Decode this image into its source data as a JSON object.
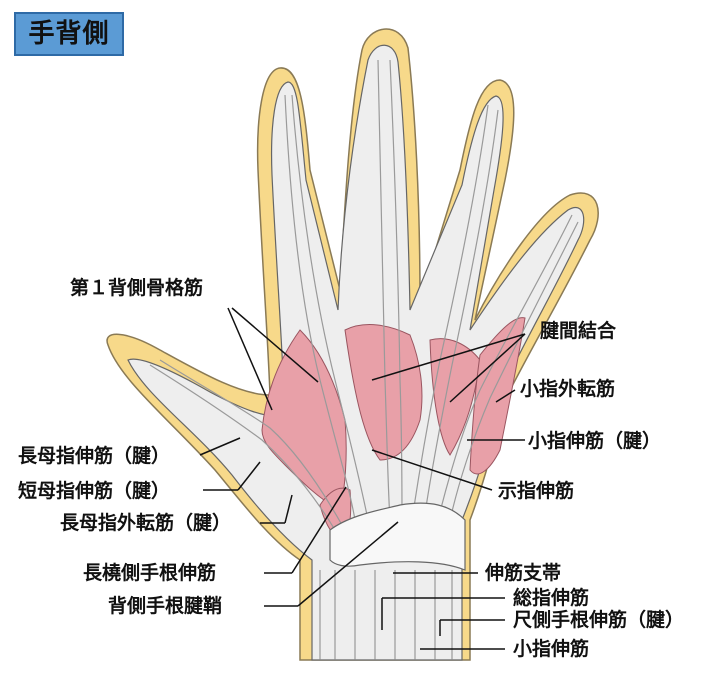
{
  "title": "手背側",
  "labels": {
    "dorsal_interossei": "第１背側骨格筋",
    "intertendinous": "腱間結合",
    "abd_digiti_minimi": "小指外転筋",
    "ext_digiti_minimi_tendon": "小指伸筋（腱）",
    "ext_indicis": "示指伸筋",
    "ext_pollicis_longus": "長母指伸筋（腱）",
    "ext_pollicis_brevis": "短母指伸筋（腱）",
    "abd_pollicis_longus": "長母指外転筋（腱）",
    "ext_carpi_radialis_longus": "長橈側手根伸筋",
    "extensor_retinaculum": "伸筋支帯",
    "dorsal_carpal_sheath": "背側手根腱鞘",
    "ext_digitorum": "総指伸筋",
    "ext_carpi_ulnaris": "尺側手根伸筋（腱）",
    "ext_digiti_minimi": "小指伸筋"
  },
  "colors": {
    "title_bg": "#5b9bd5",
    "skin": "#f7d98a",
    "tendon": "#f2f2f2",
    "muscle": "#e8a0a8",
    "outline": "#555555"
  }
}
